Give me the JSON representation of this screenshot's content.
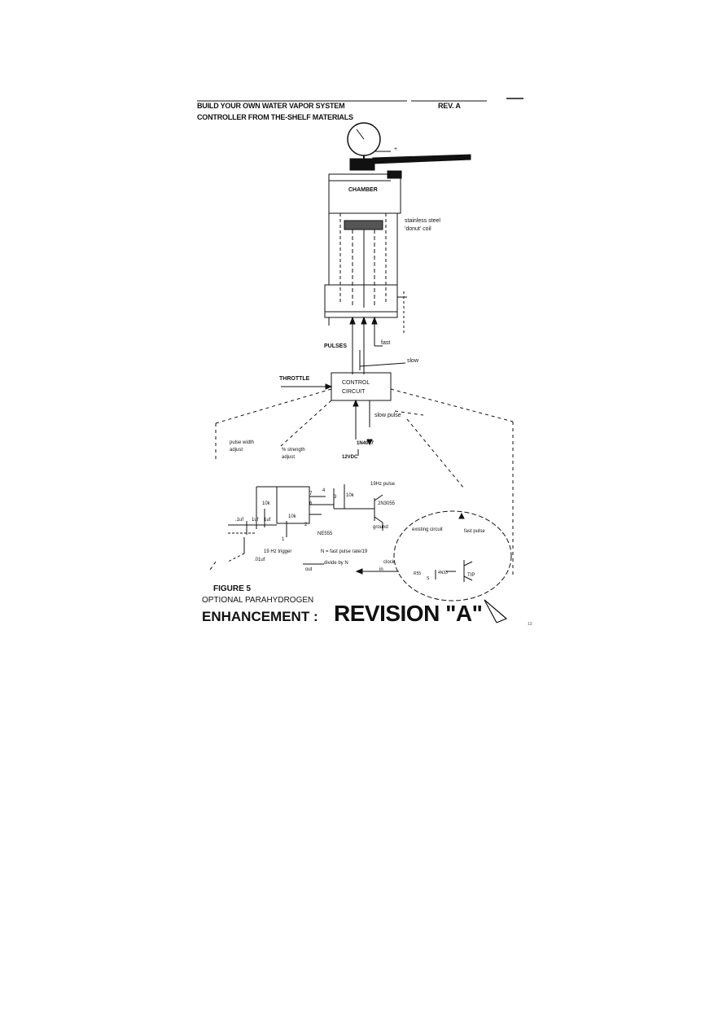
{
  "header": {
    "title_line1": "BUILD YOUR OWN WATER VAPOR SYSTEM",
    "title_line2": "CONTROLLER FROM THE-SHELF MATERIALS",
    "revision": "REV. A"
  },
  "diagram": {
    "chamber_label": "CHAMBER",
    "coil_label_1": "stainless steel",
    "coil_label_2": "'donut' coil",
    "plus_label": "+",
    "pulses_label": "PULSES",
    "fast_label": "fast",
    "slow_label": "slow",
    "throttle_label": "THROTTLE",
    "control_label_1": "CONTROL",
    "control_label_2": "CIRCUIT",
    "slow_pulse_label": "slow pulse",
    "diode_label": "1N4007",
    "supply_label": "12VDC",
    "pulse_width_1": "pulse width",
    "pulse_width_2": "adjust",
    "strength_1": "% strength",
    "strength_2": "adjust",
    "hz_pulse": "19Hz pulse",
    "transistor": "2N3055",
    "ground": "ground",
    "r10k_a": "10k",
    "r10k_b": "10k",
    "r10k_c": "10k",
    "pin7": "7",
    "pin6": "6",
    "pin3": "3",
    "pin2": "2",
    "pin1": "1",
    "pin4": "4",
    "cap_1uf_a": ".1uf",
    "cap_1uf_b": "1uf",
    "cap_1uf_c": "1uf",
    "ne555": "NE555",
    "existing_circuit": "existing circuit",
    "fast_pulse": "fast pulse",
    "trigger": "19 Hz trigger",
    "cap_01uf": ".01uf",
    "divide_note": "N = fast pulse rate/19",
    "out_label": "out",
    "divide_by": "divide by N",
    "clock": "clock",
    "in_label": "in",
    "res_r": "R55",
    "res_s": "S",
    "ic_label": "4N33",
    "tip_label": "TIP",
    "figure": "FIGURE 5",
    "optional": "OPTIONAL PARAHYDROGEN",
    "enhancement": "ENHANCEMENT :",
    "revision_big": "REVISION \"A\"",
    "corner_mark": "13"
  }
}
